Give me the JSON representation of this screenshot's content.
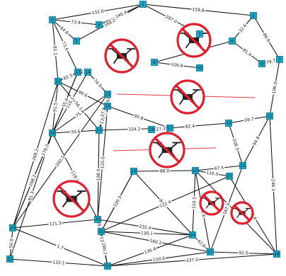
{
  "diagram": {
    "nodes": [
      {
        "id": "n0",
        "label": "0"
      },
      {
        "id": "n1",
        "label": "1"
      },
      {
        "id": "n2",
        "label": "2"
      },
      {
        "id": "n3",
        "label": "3"
      },
      {
        "id": "n4",
        "label": "4"
      },
      {
        "id": "n5",
        "label": "5"
      },
      {
        "id": "n6",
        "label": "6"
      },
      {
        "id": "n7",
        "label": "7"
      },
      {
        "id": "n8",
        "label": "8"
      },
      {
        "id": "n9",
        "label": "9"
      },
      {
        "id": "n10",
        "label": "10"
      },
      {
        "id": "n11",
        "label": "11"
      },
      {
        "id": "n12",
        "label": "12"
      },
      {
        "id": "n13",
        "label": "13"
      },
      {
        "id": "n14",
        "label": "14"
      },
      {
        "id": "n15",
        "label": "15"
      },
      {
        "id": "n16",
        "label": "16"
      },
      {
        "id": "n17",
        "label": "17"
      },
      {
        "id": "n18",
        "label": "18"
      },
      {
        "id": "n19",
        "label": "19"
      },
      {
        "id": "n20",
        "label": "20"
      },
      {
        "id": "n21",
        "label": "21"
      },
      {
        "id": "n22",
        "label": "22"
      },
      {
        "id": "n23",
        "label": "23"
      },
      {
        "id": "n24",
        "label": "24"
      },
      {
        "id": "n25",
        "label": "25"
      },
      {
        "id": "n26",
        "label": "26"
      },
      {
        "id": "n27",
        "label": "27"
      },
      {
        "id": "n28",
        "label": "28"
      },
      {
        "id": "n29",
        "label": "29"
      },
      {
        "id": "n30",
        "label": "30"
      },
      {
        "id": "n31",
        "label": "31"
      },
      {
        "id": "n32",
        "label": "32"
      },
      {
        "id": "n33",
        "label": "33"
      }
    ],
    "edges": [
      {
        "from": "n0",
        "to": "n1",
        "label": "132.0"
      },
      {
        "from": "n1",
        "to": "n2",
        "label": "159.8"
      },
      {
        "from": "n1",
        "to": "n3",
        "label": "287.0"
      },
      {
        "from": "n0",
        "to": "n4",
        "label": "73.4"
      },
      {
        "from": "n0",
        "to": "n5",
        "label": "64.6"
      },
      {
        "from": "n4",
        "to": "n1",
        "label": "140.4"
      },
      {
        "from": "n5",
        "to": "n1",
        "label": "168.2"
      },
      {
        "from": "n2",
        "to": "n6",
        "label": "32.6"
      },
      {
        "from": "n2",
        "to": "n7",
        "label": "86.9"
      },
      {
        "from": "n6",
        "to": "n8",
        "label": "58.0"
      },
      {
        "from": "n6",
        "to": "n9",
        "label": "81.4"
      },
      {
        "from": "n7",
        "to": "n9",
        "label": "79.7"
      },
      {
        "from": "n8",
        "to": "n10",
        "label": "109.8"
      },
      {
        "from": "n7",
        "to": "n11",
        "label": "106.0"
      },
      {
        "from": "n0",
        "to": "n12",
        "label": "81.1"
      },
      {
        "from": "n12",
        "to": "n13",
        "label": "82.5"
      },
      {
        "from": "n13",
        "to": "n14",
        "label": "22.9"
      },
      {
        "from": "n14",
        "to": "n15",
        "label": "76.9"
      },
      {
        "from": "n15",
        "to": "n16",
        "label": "179.8"
      },
      {
        "from": "n16",
        "to": "n17",
        "label": "95.8"
      },
      {
        "from": "n17",
        "to": "n18",
        "label": "27.3"
      },
      {
        "from": "n18",
        "to": "n19",
        "label": "82.4"
      },
      {
        "from": "n19",
        "to": "n11",
        "label": "59.7"
      },
      {
        "from": "n16",
        "to": "n20",
        "label": "170.2"
      },
      {
        "from": "n20",
        "to": "n17",
        "label": "154.2"
      },
      {
        "from": "n11",
        "to": "n21",
        "label": "94.8"
      },
      {
        "from": "n19",
        "to": "n21",
        "label": "208.3"
      },
      {
        "from": "n21",
        "to": "n22",
        "label": "67.5"
      },
      {
        "from": "n23",
        "to": "n22",
        "label": "88.0"
      },
      {
        "from": "n23",
        "to": "n24",
        "label": "94.3"
      },
      {
        "from": "n22",
        "to": "n25",
        "label": "116.5"
      },
      {
        "from": "n11",
        "to": "n26",
        "label": "246.1"
      },
      {
        "from": "n21",
        "to": "n27",
        "label": "167.5"
      },
      {
        "from": "n12",
        "to": "n28",
        "label": "91.5"
      },
      {
        "from": "n28",
        "to": "n29",
        "label": "268.2"
      },
      {
        "from": "n29",
        "to": "n30",
        "label": "121.3"
      },
      {
        "from": "n30",
        "to": "n31",
        "label": "69.1"
      },
      {
        "from": "n31",
        "to": "n23",
        "label": "58.2"
      },
      {
        "from": "n29",
        "to": "n32",
        "label": "56.0"
      },
      {
        "from": "n32",
        "to": "n33",
        "label": "133.1"
      },
      {
        "from": "n33",
        "to": "n26",
        "label": "237.0"
      },
      {
        "from": "n30",
        "to": "n33",
        "label": "137.3"
      },
      {
        "from": "n31",
        "to": "n24",
        "label": "130.1"
      },
      {
        "from": "n24",
        "to": "n27",
        "label": "42.8"
      },
      {
        "from": "n27",
        "to": "n26",
        "label": "92.0"
      },
      {
        "from": "n33",
        "to": "n27",
        "label": "150.6"
      },
      {
        "from": "n24",
        "to": "n33",
        "label": "136.4"
      },
      {
        "from": "n31",
        "to": "n27",
        "label": "160.2"
      },
      {
        "from": "n22",
        "to": "n27",
        "label": "162.6"
      },
      {
        "from": "n16",
        "to": "n30",
        "label": "120.0"
      },
      {
        "from": "n20",
        "to": "n30",
        "label": "198.5"
      },
      {
        "from": "n31",
        "to": "n33",
        "label": "280.2"
      },
      {
        "from": "n22",
        "to": "n24",
        "label": "110.1"
      },
      {
        "from": "n26",
        "to": "n25",
        "label": "92.4"
      },
      {
        "from": "n28",
        "to": "n20",
        "label": "50.6"
      },
      {
        "from": "n15",
        "to": "n20",
        "label": "57.8"
      },
      {
        "from": "n31",
        "to": "n25",
        "label": "122.4"
      },
      {
        "from": "n23",
        "to": "n31",
        "label": "100.5"
      },
      {
        "from": "n30",
        "to": "n24",
        "label": "232.4"
      },
      {
        "from": "n29",
        "to": "n33",
        "label": "1.7"
      },
      {
        "from": "n12",
        "to": "n16",
        "label": "99.6"
      },
      {
        "from": "n13",
        "to": "n28",
        "label": "55.6"
      },
      {
        "from": "n14",
        "to": "n28",
        "label": "116.1"
      },
      {
        "from": "n12",
        "to": "n20",
        "label": "56.1"
      },
      {
        "from": "n28",
        "to": "n30",
        "label": "119.1"
      },
      {
        "from": "n15",
        "to": "n28",
        "label": "75.8"
      },
      {
        "from": "n29",
        "to": "n15",
        "label": "200.5"
      },
      {
        "from": "n29",
        "to": "n13",
        "label": "278.0"
      },
      {
        "from": "n29",
        "to": "n12",
        "label": "268.2"
      },
      {
        "from": "n28",
        "to": "n32",
        "label": "81.3"
      },
      {
        "from": "n22",
        "to": "n26",
        "label": "14.2"
      },
      {
        "from": "n0",
        "to": "n13",
        "label": "73.4"
      }
    ]
  }
}
